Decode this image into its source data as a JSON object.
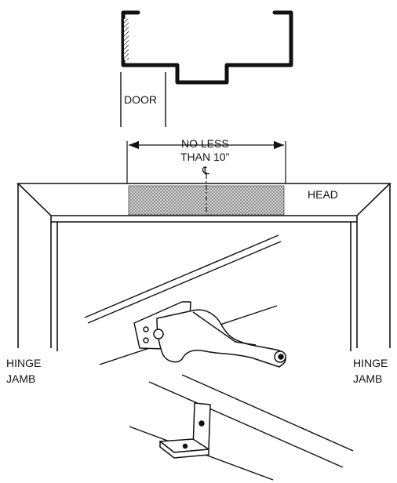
{
  "labels": {
    "door": "DOOR",
    "dimension_line1": "NO LESS",
    "dimension_line2": "THAN 10”",
    "centerline_symbol": "℄",
    "head": "HEAD",
    "hinge_left_line1": "HINGE",
    "hinge_left_line2": "JAMB",
    "hinge_right_line1": "HINGE",
    "hinge_right_line2": "JAMB"
  },
  "colors": {
    "line": "#111111",
    "reinforcement_fill": "#9a9a9a",
    "background": "#ffffff"
  }
}
